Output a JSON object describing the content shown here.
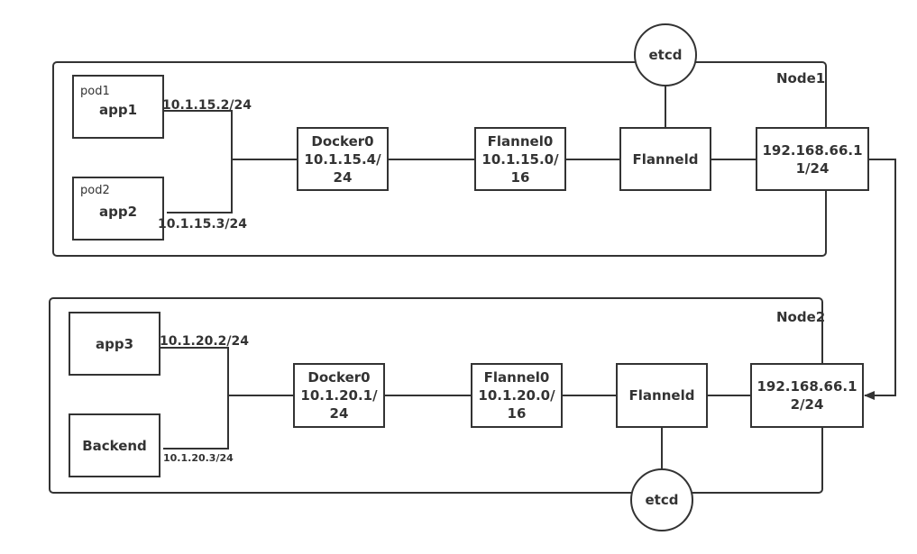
{
  "node1": {
    "title": "Node1",
    "pod1_tag": "pod1",
    "pod1_name": "app1",
    "pod1_ip": "10.1.15.2/24",
    "pod2_tag": "pod2",
    "pod2_name": "app2",
    "pod2_ip": "10.1.15.3/24",
    "docker0": "Docker0\n10.1.15.4/\n24",
    "flannel0": "Flannel0\n10.1.15.0/\n16",
    "flanneld": "Flanneld",
    "eth": "192.168.66.1\n1/24",
    "etcd": "etcd"
  },
  "node2": {
    "title": "Node2",
    "app3_name": "app3",
    "app3_ip": "10.1.20.2/24",
    "backend_name": "Backend",
    "backend_ip": "10.1.20.3/24",
    "docker0": "Docker0\n10.1.20.1/\n24",
    "flannel0": "Flannel0\n10.1.20.0/\n16",
    "flanneld": "Flanneld",
    "eth": "192.168.66.1\n2/24",
    "etcd": "etcd"
  },
  "colors": {
    "stroke": "#333333",
    "background": "#ffffff"
  }
}
